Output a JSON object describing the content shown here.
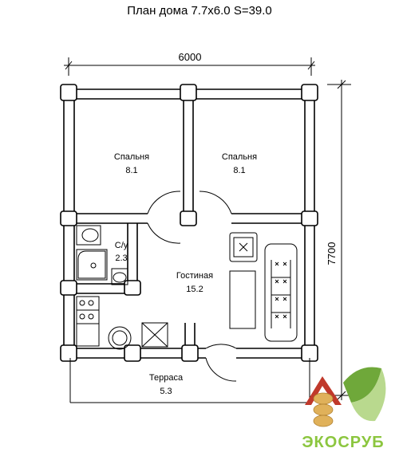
{
  "title": "План дома 7.7х6.0  S=39.0",
  "dimensions": {
    "width": "6000",
    "height": "7700"
  },
  "rooms": {
    "bedroom_left": {
      "name": "Спальня",
      "area": "8.1"
    },
    "bedroom_right": {
      "name": "Спальня",
      "area": "8.1"
    },
    "bathroom": {
      "name": "С/у",
      "area": "2.3"
    },
    "living": {
      "name": "Гостиная",
      "area": "15.2"
    },
    "terrace": {
      "name": "Терраса",
      "area": "5.3"
    }
  },
  "logo": {
    "text": "ЭКОСРУБ",
    "colors": {
      "leaf_dark": "#6fa83a",
      "leaf_light": "#b9d98e",
      "roof": "#c0392b",
      "logs": "#e0b15a",
      "text": "#8cc63f"
    }
  },
  "colors": {
    "line": "#000000",
    "background": "#ffffff"
  }
}
